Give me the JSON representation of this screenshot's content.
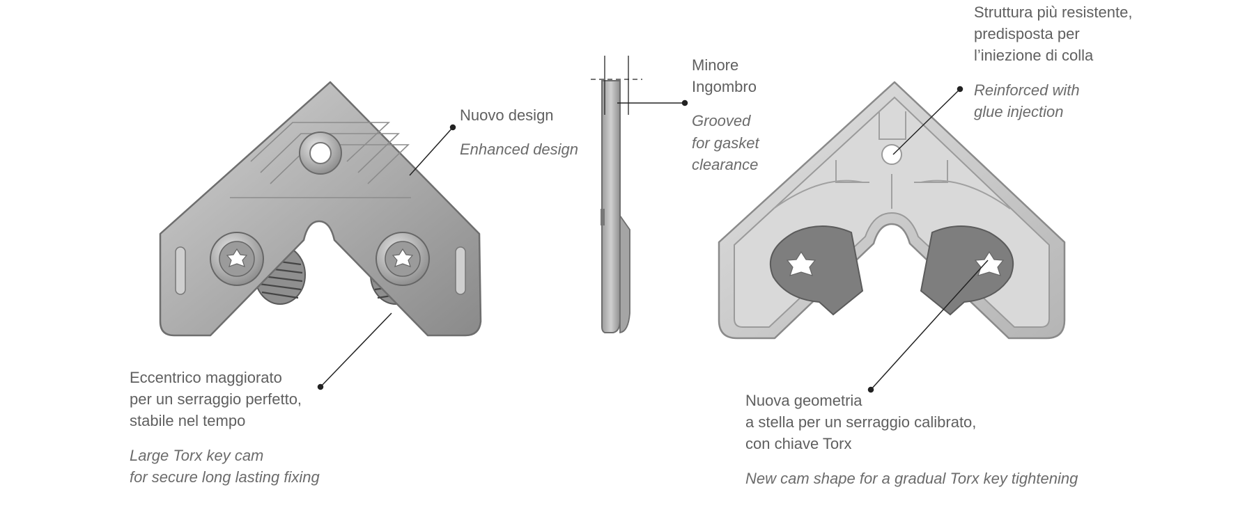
{
  "colors": {
    "metal_light": "#c9c9c9",
    "metal_mid": "#a6a6a6",
    "metal_dark": "#7d7d7d",
    "text": "#5f5f5f",
    "leader": "#222222"
  },
  "callouts": {
    "nuovo_design": {
      "it": "Nuovo design",
      "en": "Enhanced design"
    },
    "minore_ingombro": {
      "it": [
        "Minore",
        "Ingombro"
      ],
      "en": [
        "Grooved",
        "for gasket",
        "clearance"
      ]
    },
    "struttura": {
      "it": [
        "Struttura più resistente,",
        "predisposta per",
        "l’iniezione di colla"
      ],
      "en": [
        "Reinforced with",
        "glue injection"
      ]
    },
    "eccentrico": {
      "it": [
        "Eccentrico maggiorato",
        "per un serraggio perfetto,",
        "stabile nel tempo"
      ],
      "en": [
        "Large Torx key cam",
        "for secure long lasting fixing"
      ]
    },
    "nuova_geometria": {
      "it": [
        "Nuova geometria",
        "a stella per un serraggio calibrato,",
        "con chiave Torx"
      ],
      "en": [
        "New cam shape for a gradual Torx key tightening"
      ]
    }
  },
  "icons": [
    "torx-star-icon",
    "gear-cam-icon",
    "corner-bracket-front",
    "corner-bracket-side",
    "corner-bracket-back"
  ]
}
